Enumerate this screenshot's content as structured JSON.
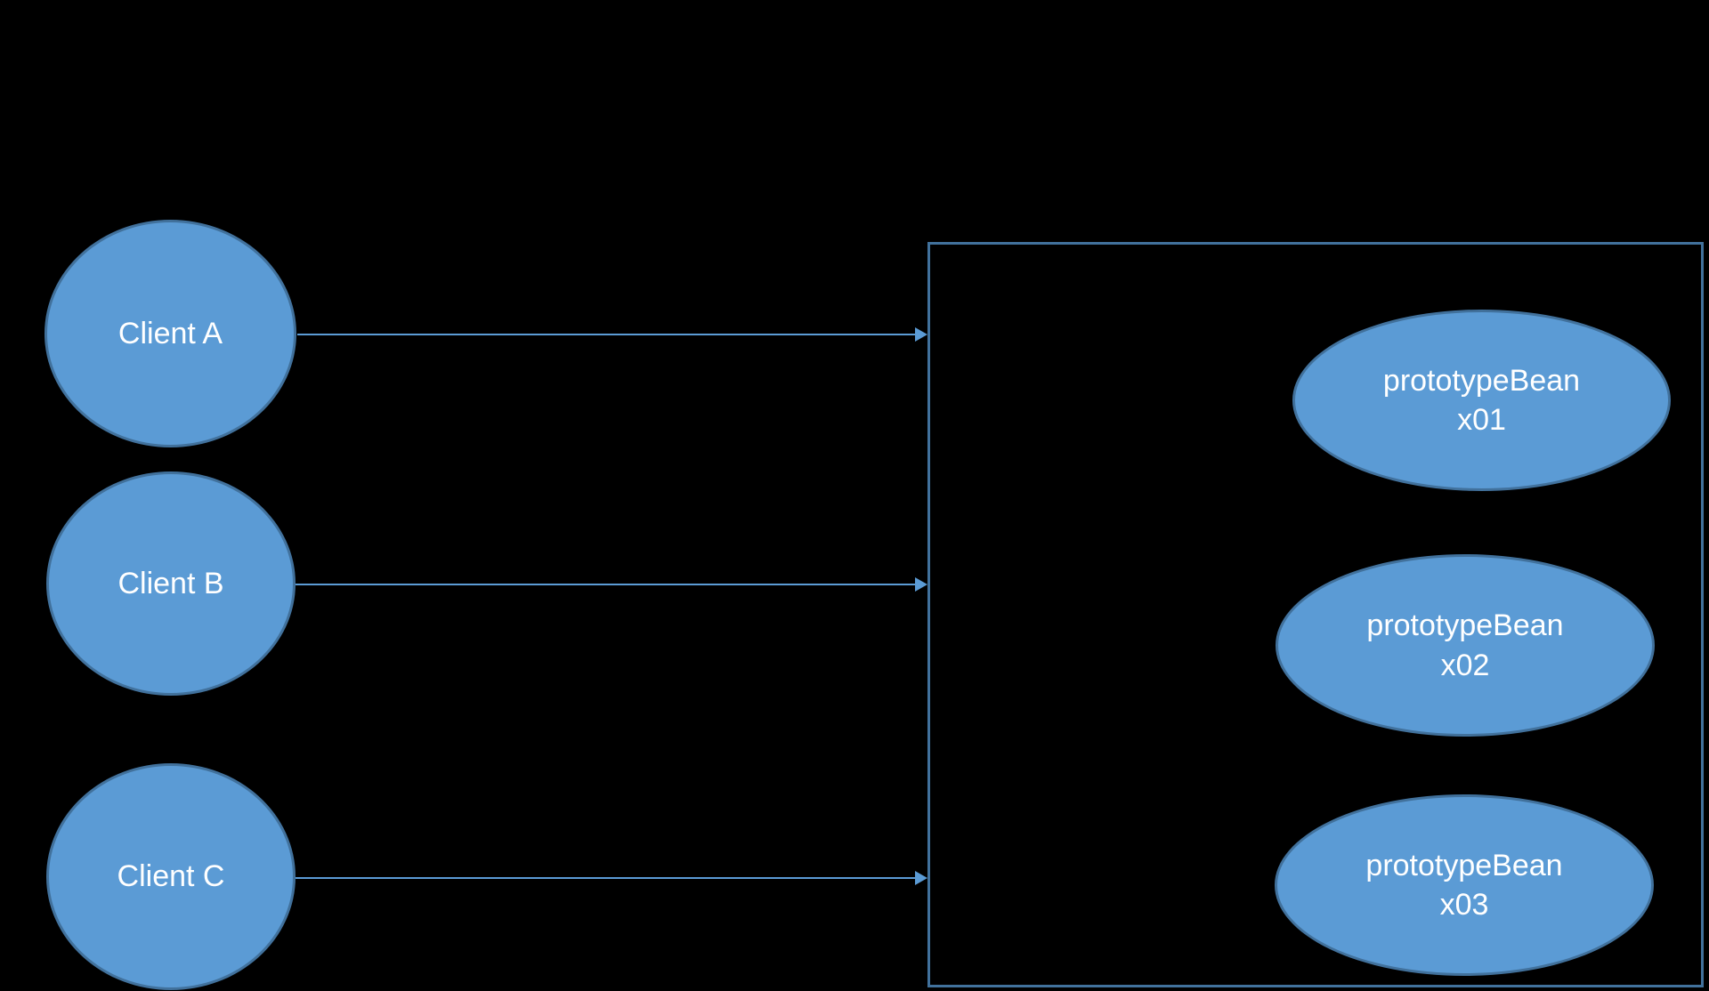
{
  "colors": {
    "background": "#000000",
    "node_fill": "#5B9BD5",
    "node_border": "#41719C",
    "container_border": "#41719C",
    "arrow": "#5B9BD5",
    "text": "#FFFFFF"
  },
  "clients": [
    {
      "label": "Client A"
    },
    {
      "label": "Client B"
    },
    {
      "label": "Client C"
    }
  ],
  "beans": [
    {
      "name": "prototypeBean",
      "instance": "x01"
    },
    {
      "name": "prototypeBean",
      "instance": "x02"
    },
    {
      "name": "prototypeBean",
      "instance": "x03"
    }
  ]
}
